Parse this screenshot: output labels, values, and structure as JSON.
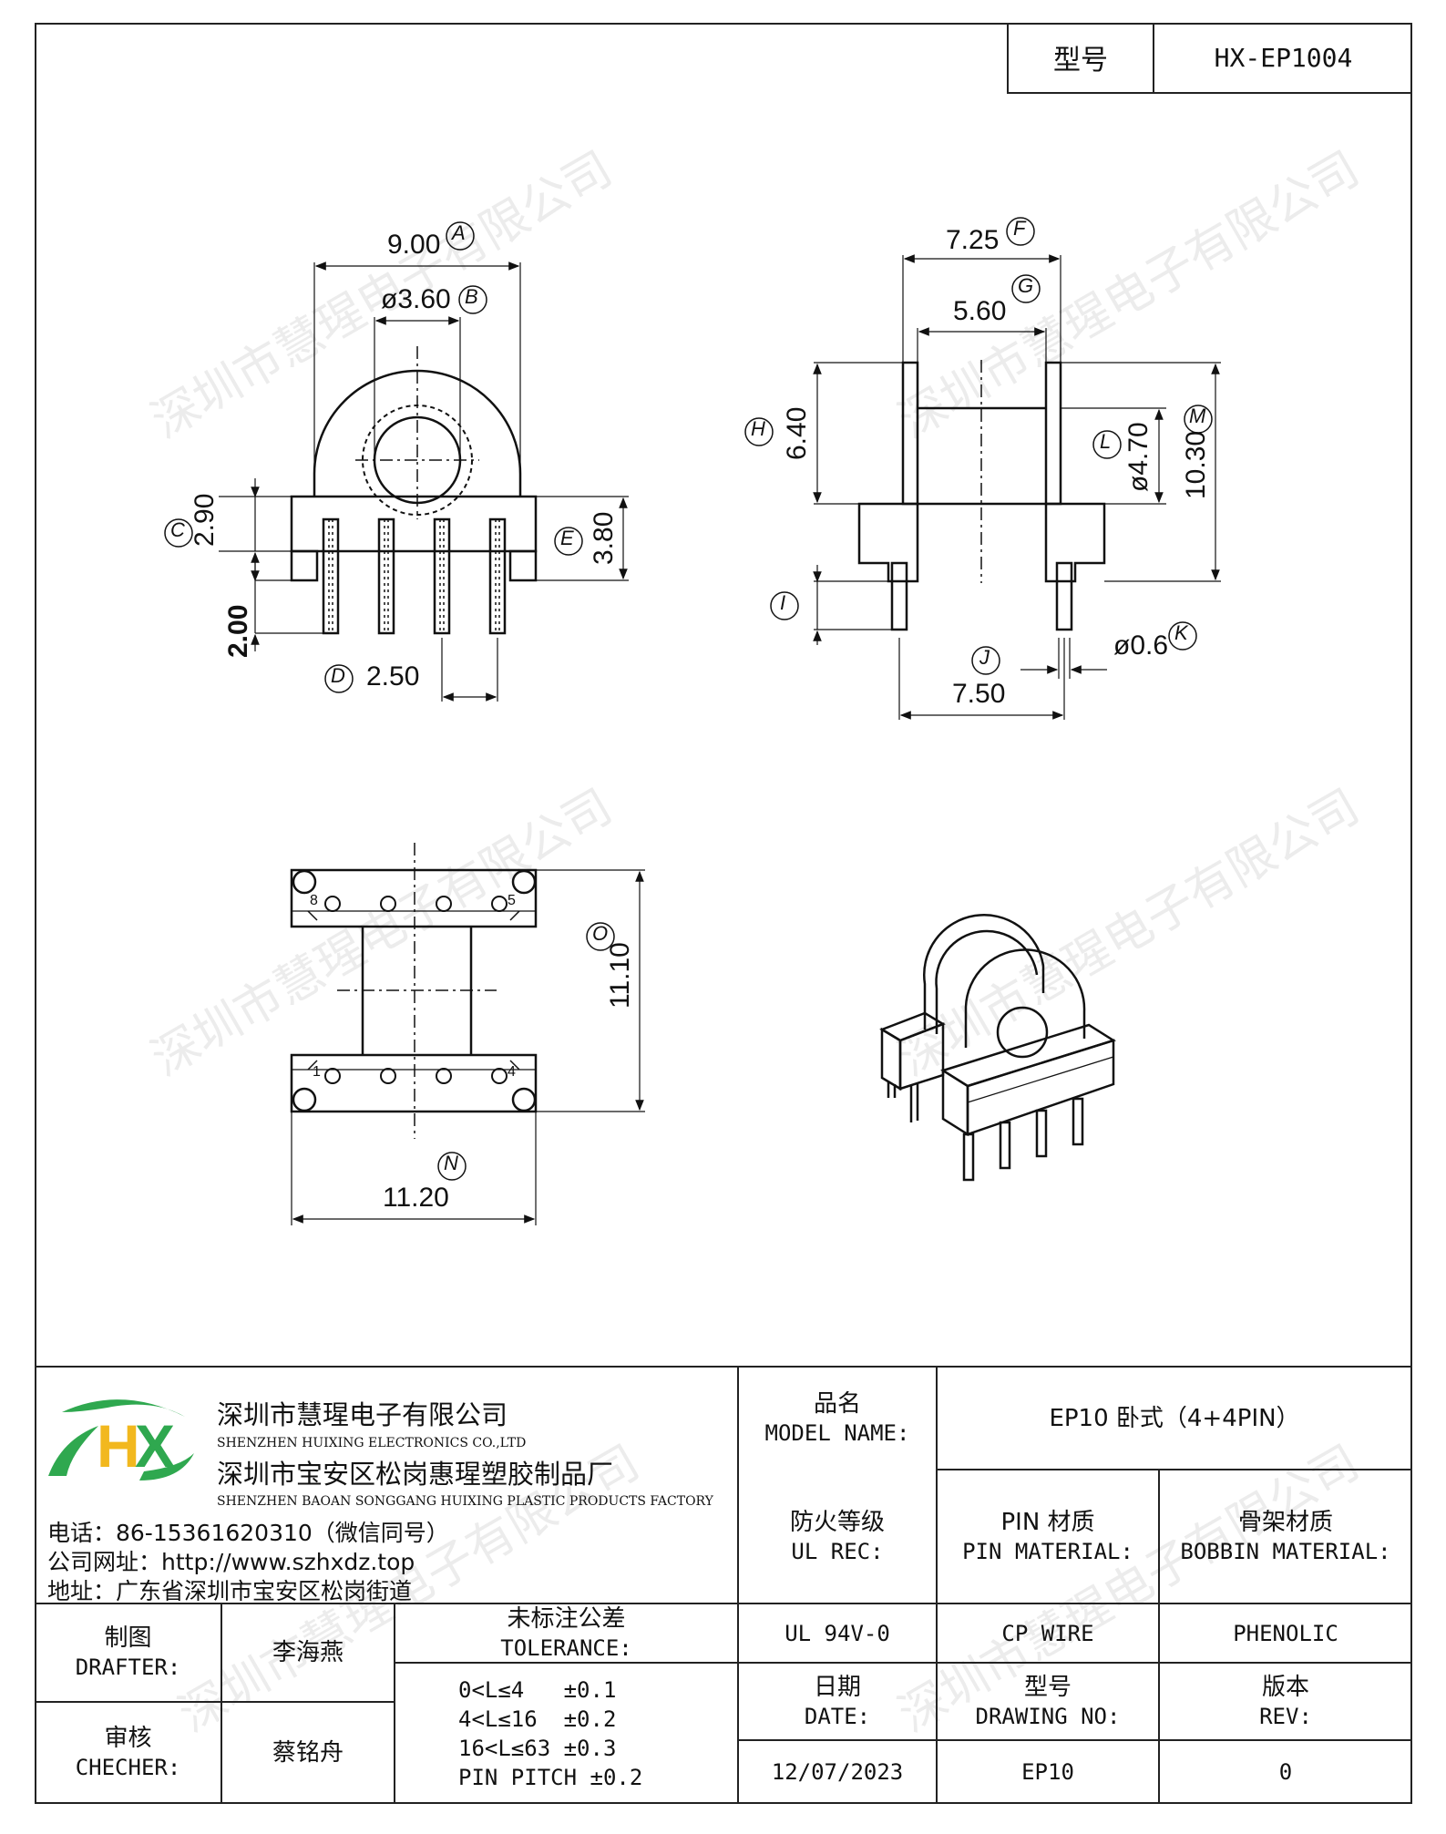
{
  "header": {
    "model_label": "型号",
    "model_value": "HX-EP1004"
  },
  "dimensions": {
    "A": "9.00",
    "B": "ø3.60",
    "C": "2.90",
    "D": "2.50",
    "E": "3.80",
    "F": "7.25",
    "G": "5.60",
    "H": "6.40",
    "I": "",
    "J": "7.50",
    "K": "ø0.6",
    "L": "ø4.70",
    "M": "10.30",
    "N": "11.20",
    "O": "11.10",
    "pin_len": "2.00"
  },
  "letters": {
    "A": "A",
    "B": "B",
    "C": "C",
    "D": "D",
    "E": "E",
    "F": "F",
    "G": "G",
    "H": "H",
    "I": "I",
    "J": "J",
    "K": "K",
    "L": "L",
    "M": "M",
    "N": "N",
    "O": "O"
  },
  "pin_numbers": {
    "p8": "8",
    "p5": "5",
    "p1": "1",
    "p4": "4"
  },
  "watermark": "深圳市慧瑆电子有限公司",
  "company": {
    "logo_letters": "HX",
    "name_cn": "深圳市慧瑆电子有限公司",
    "name_en": "SHENZHEN HUIXING ELECTRONICS CO.,LTD",
    "factory_cn": "深圳市宝安区松岗惠瑆塑胶制品厂",
    "factory_en": "SHENZHEN BAOAN SONGGANG HUIXING PLASTIC PRODUCTS FACTORY",
    "phone": "电话：86-15361620310（微信同号）",
    "website": "公司网址：http://www.szhxdz.top",
    "address": "地址：广东省深圳市宝安区松岗街道"
  },
  "title_block": {
    "model_name_cn": "品名",
    "model_name_en": "MODEL NAME:",
    "model_name_value": "EP10 卧式（4+4PIN）",
    "fire_cn": "防火等级",
    "fire_en": "UL REC:",
    "pin_mat_cn": "PIN 材质",
    "pin_mat_en": "PIN MATERIAL:",
    "bobbin_mat_cn": "骨架材质",
    "bobbin_mat_en": "BOBBIN MATERIAL:",
    "fire_value": "UL 94V-0",
    "pin_mat_value": "CP WIRE",
    "bobbin_mat_value": "PHENOLIC",
    "drafter_cn": "制图",
    "drafter_en": "DRAFTER:",
    "drafter_value": "李海燕",
    "checker_cn": "审核",
    "checker_en": "CHECHER:",
    "checker_value": "蔡铭舟",
    "tolerance_cn": "未标注公差",
    "tolerance_en": "TOLERANCE:",
    "tolerance_lines": [
      "0<L≤4   ±0.1",
      "4<L≤16  ±0.2",
      "16<L≤63 ±0.3",
      "PIN PITCH ±0.2"
    ],
    "date_cn": "日期",
    "date_en": "DATE:",
    "drawing_no_cn": "型号",
    "drawing_no_en": "DRAWING NO:",
    "rev_cn": "版本",
    "rev_en": "REV:",
    "date_value": "12/07/2023",
    "drawing_no_value": "EP10",
    "rev_value": "0"
  }
}
